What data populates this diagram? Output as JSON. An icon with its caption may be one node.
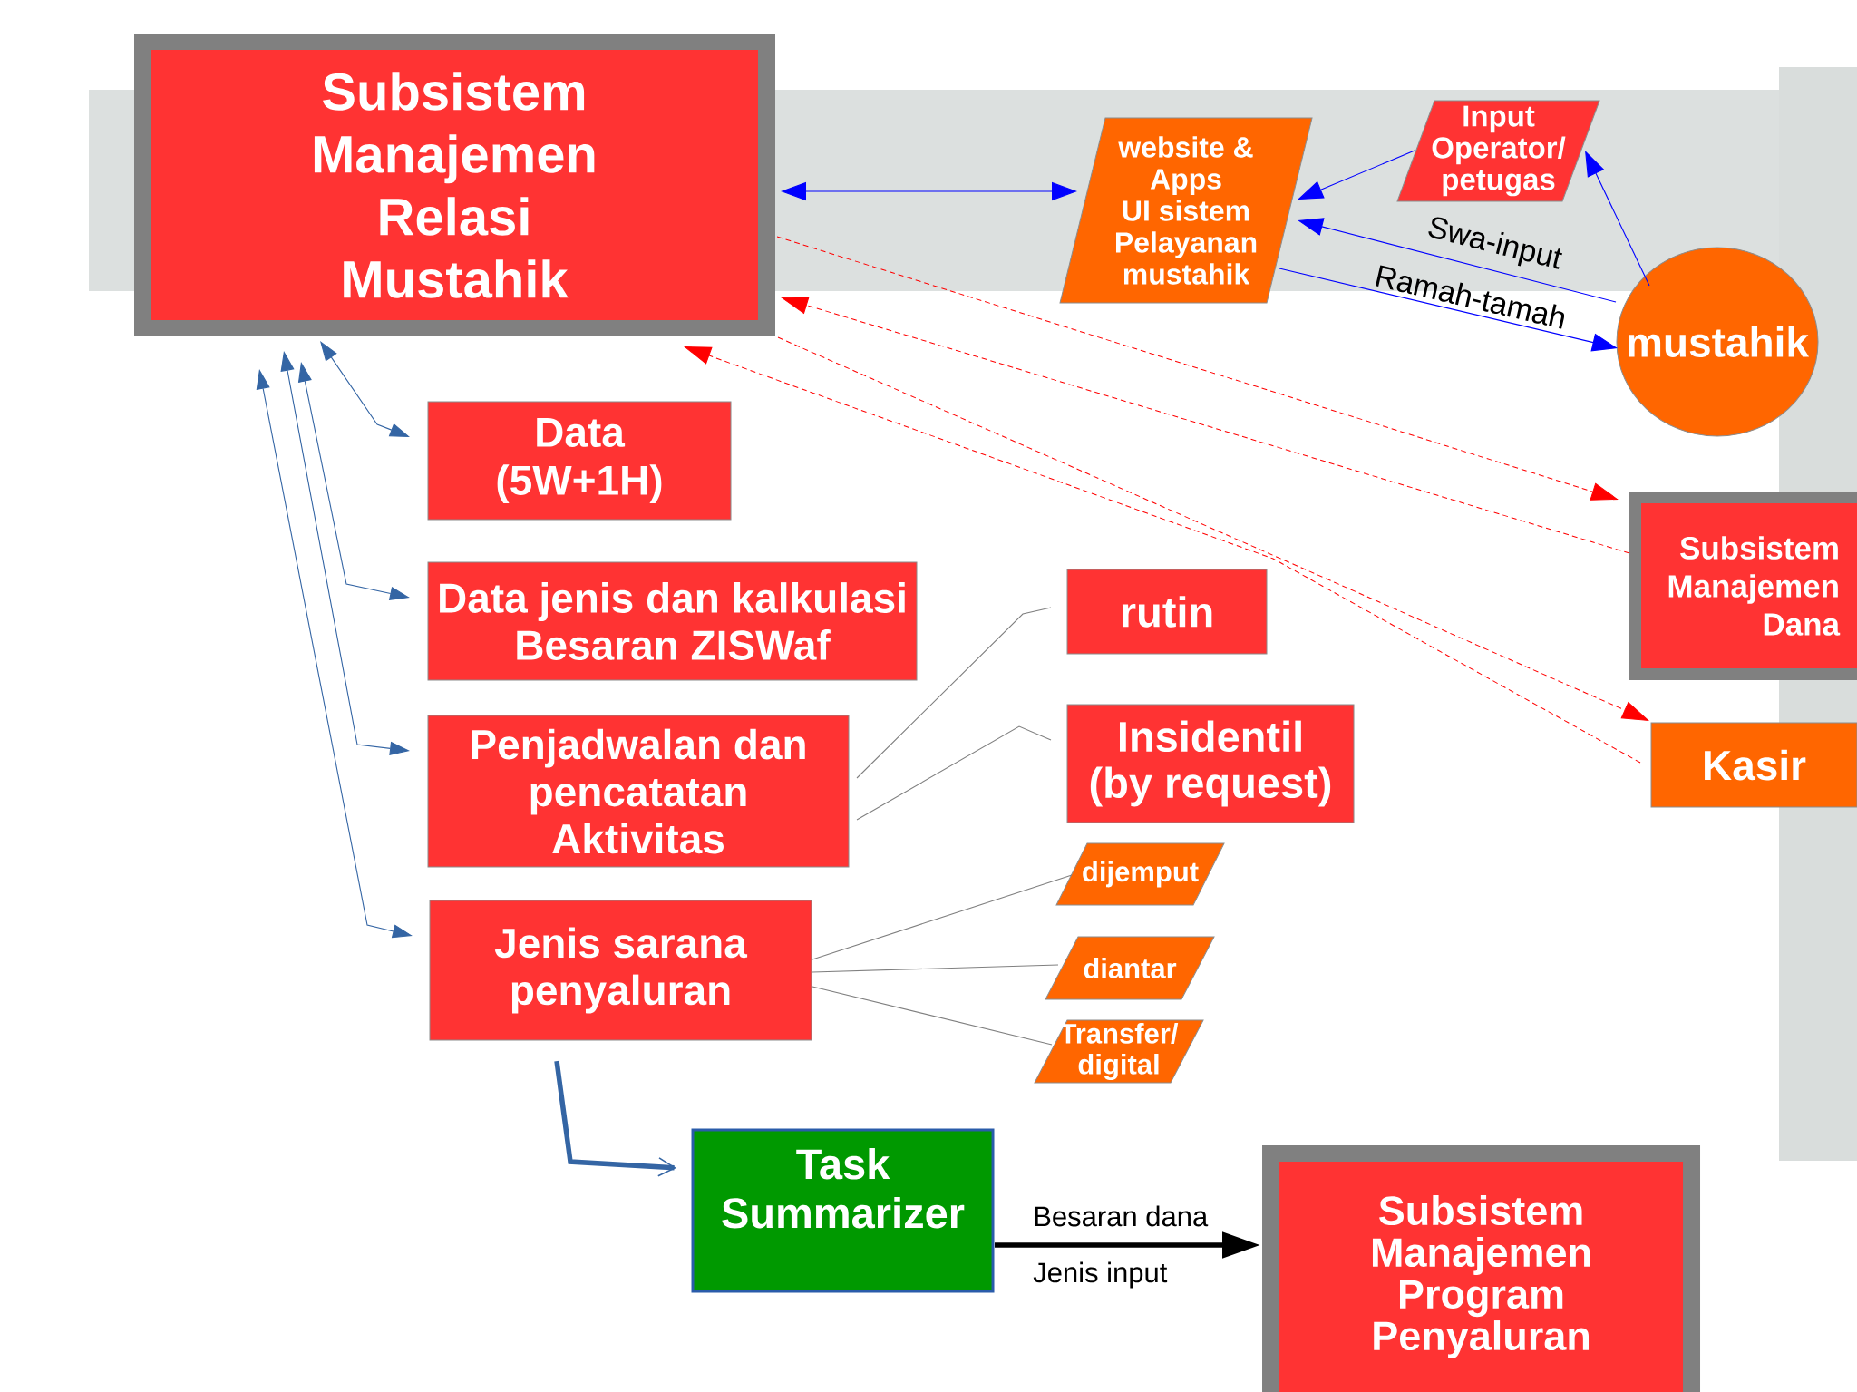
{
  "diagram": {
    "nodes": [
      {
        "text": [
          "Subsistem Manajemen Relasi Mustahik"
        ]
      },
      {
        "text": [
          "website & Apps UI sistem Pelayanan mustahik"
        ]
      },
      {
        "text": [
          "Input Operator/ petugas"
        ]
      },
      {
        "text": [
          "mustahik"
        ]
      },
      {
        "text": [
          "Data (5W+1H)"
        ]
      },
      {
        "text": [
          "Data jenis dan kalkulasi Besaran ZISWaf"
        ]
      },
      {
        "text": [
          "Penjadwalan dan pencatatan Aktivitas"
        ]
      },
      {
        "text": [
          "Jenis sarana penyaluran"
        ]
      },
      {
        "text": [
          "rutin"
        ]
      },
      {
        "text": [
          "Insidentil (by request)"
        ]
      },
      {
        "text": [
          "dijemput"
        ]
      },
      {
        "text": [
          "diantar"
        ]
      },
      {
        "text": [
          "Transfer/ digital"
        ]
      },
      {
        "text": [
          "Subsistem Manajemen Dana"
        ]
      },
      {
        "text": [
          "Kasir"
        ]
      },
      {
        "text": [
          "Task Summarizer"
        ]
      },
      {
        "text": [
          "Subsistem Manajemen Program Penyaluran"
        ]
      }
    ],
    "edges": [
      {
        "from": 0,
        "to": 1,
        "arrow": "both",
        "color": "#0000ff"
      },
      {
        "from": 2,
        "to": 1,
        "arrow": "to",
        "color": "#0000ff"
      },
      {
        "from": 3,
        "to": 1,
        "arrow": "to",
        "label": "Swa-input",
        "color": "#0000ff"
      },
      {
        "from": 1,
        "to": 3,
        "arrow": "to",
        "label": "Ramah-tamah",
        "color": "#0000ff"
      },
      {
        "from": 3,
        "to": 2,
        "arrow": "to",
        "color": "#0000ff"
      },
      {
        "from": 0,
        "to": 13,
        "arrow": "to",
        "style": "dashed",
        "color": "#ff0000"
      },
      {
        "from": 13,
        "to": 0,
        "arrow": "to",
        "style": "dashed",
        "color": "#ff0000"
      },
      {
        "from": 0,
        "to": 14,
        "arrow": "to",
        "style": "dashed",
        "color": "#ff0000"
      },
      {
        "from": 14,
        "to": 0,
        "arrow": "to",
        "style": "dashed",
        "color": "#ff0000"
      },
      {
        "from": 0,
        "to": 4,
        "arrow": "both",
        "color": "#3465a4"
      },
      {
        "from": 0,
        "to": 5,
        "arrow": "both",
        "color": "#3465a4"
      },
      {
        "from": 0,
        "to": 6,
        "arrow": "both",
        "color": "#3465a4"
      },
      {
        "from": 0,
        "to": 7,
        "arrow": "both",
        "color": "#3465a4"
      },
      {
        "from": 6,
        "to": 8,
        "arrow": "none",
        "color": "#808080"
      },
      {
        "from": 6,
        "to": 9,
        "arrow": "none",
        "color": "#808080"
      },
      {
        "from": 7,
        "to": 10,
        "arrow": "none",
        "color": "#808080"
      },
      {
        "from": 7,
        "to": 11,
        "arrow": "none",
        "color": "#808080"
      },
      {
        "from": 7,
        "to": 12,
        "arrow": "none",
        "color": "#808080"
      },
      {
        "from": 7,
        "to": 15,
        "arrow": "to",
        "style": "thick",
        "color": "#3465a4"
      },
      {
        "from": 15,
        "to": 16,
        "arrow": "to",
        "label": "Besaran dana",
        "style": "thick",
        "color": "#000000"
      }
    ],
    "labels": [
      "Jenis input"
    ]
  }
}
